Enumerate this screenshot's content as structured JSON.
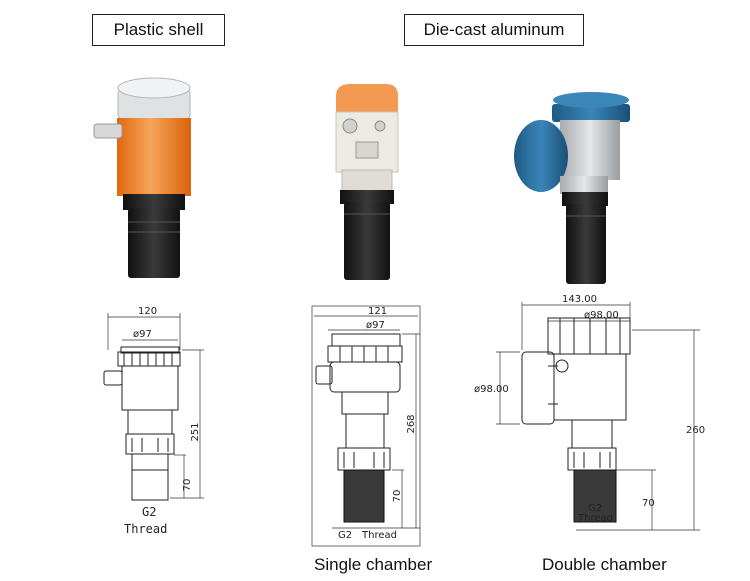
{
  "headers": {
    "plastic": "Plastic shell",
    "diecast": "Die-cast aluminum"
  },
  "captions": {
    "single": "Single chamber",
    "double": "Double chamber"
  },
  "drawings": {
    "d1": {
      "width": "120",
      "dia": "ø97",
      "height": "251",
      "thread_len": "70",
      "thread": "G2",
      "thread_word": "Thread"
    },
    "d2": {
      "width": "121",
      "dia": "ø97",
      "height": "268",
      "thread_len": "70",
      "thread": "G2",
      "thread_word": "Thread"
    },
    "d3": {
      "width": "143.00",
      "dia": "ø98.00",
      "side_dia": "ø98.00",
      "height": "260",
      "thread_len": "70",
      "thread": "G2",
      "thread_word": "Thread"
    }
  },
  "colors": {
    "orange": "#f07a1e",
    "orange_light": "#f5a860",
    "black": "#1b1b1b",
    "blue": "#2c6e9c",
    "grey": "#c9cbcd",
    "cream": "#ecebe3"
  }
}
